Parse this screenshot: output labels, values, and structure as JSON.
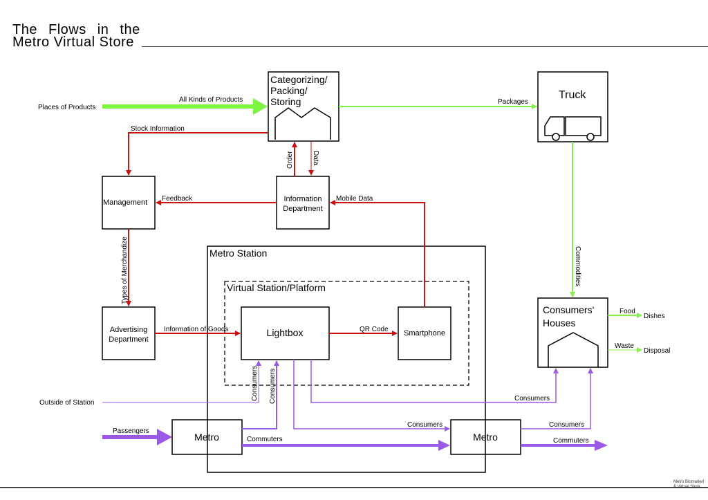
{
  "title": {
    "line1": "The Flows in the",
    "line2": "Metro Virtual Store"
  },
  "footer": {
    "line1": "Metro Biomarket",
    "line2": "& Virtual Store"
  },
  "colors": {
    "green": "#7df541",
    "red": "#cc1111",
    "purple": "#9b59e8",
    "black": "#000000"
  },
  "nodes": {
    "categorizing": [
      "Categorizing/",
      "Packing/",
      "Storing"
    ],
    "truck": "Truck",
    "management": "Management",
    "information_department": [
      "Information",
      "Department"
    ],
    "metro_station": "Metro Station",
    "virtual_station": "Virtual Station/Platform",
    "advertising_department": [
      "Advertising",
      "Department"
    ],
    "lightbox": "Lightbox",
    "smartphone": "Smartphone",
    "consumers_houses": [
      "Consumers'",
      "Houses"
    ],
    "metro_left": "Metro",
    "metro_right": "Metro"
  },
  "labels": {
    "places_of_products": "Places of Products",
    "all_kinds_of_products": "All Kinds of Products",
    "packages": "Packages",
    "stock_information": "Stock Information",
    "order": "Order",
    "data": "Data",
    "feedback": "Feedback",
    "mobile_data": "Mobile Data",
    "types_of_merchandize": "Types of Merchandize",
    "commodities": "Commodities",
    "information_of_goods": "Information of Goods",
    "qr_code": "QR Code",
    "food": "Food",
    "dishes": "Dishes",
    "waste": "Waste",
    "disposal": "Disposal",
    "outside_of_station": "Outside of Station",
    "consumers_v1": "Consumers",
    "consumers_v2": "Consumers",
    "consumers_to_houses": "Consumers",
    "consumers_mid": "Consumers",
    "consumers_right": "Consumers",
    "passengers": "Passengers",
    "commuters_mid": "Commuters",
    "commuters_right": "Commuters"
  }
}
